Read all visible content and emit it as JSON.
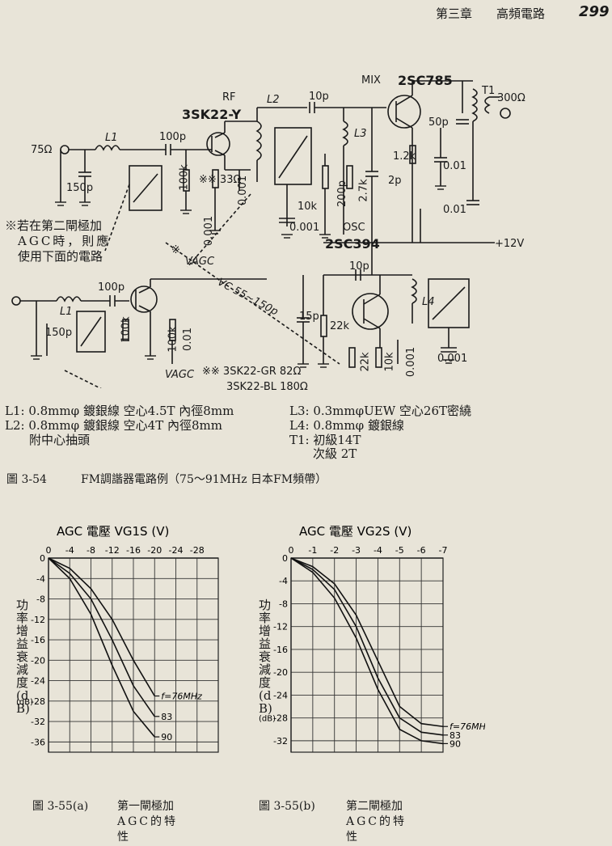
{
  "header": {
    "chapter": "第三章",
    "title": "高頻電路",
    "page_number": "299"
  },
  "circuit": {
    "mix_label": "MIX",
    "mix_transistor": "2SC785",
    "rf_label": "RF",
    "rf_fet": "3SK22-Y",
    "l2": "L2",
    "l1": "L1",
    "l3": "L3",
    "l4": "L4",
    "t1": "T1",
    "c10p": "10p",
    "c100p": "100p",
    "c150p": "150p",
    "c50p": "50p",
    "c001": "0.01",
    "r12k": "1.2k",
    "r100k": "100k",
    "r33": "※※ 33Ω",
    "c0001": "0.001",
    "r10k": "10k",
    "r200p": "200p",
    "r27k": "2.7k",
    "c2p": "2p",
    "in75": "75Ω",
    "out300": "300Ω",
    "osc_label": "OSC",
    "osc_transistor": "2SC394",
    "vcc": "+12V",
    "c15p": "15p",
    "r22k": "22k",
    "vc": "VC 55~150p",
    "vagc": "VAGC",
    "mark": "※",
    "note_agc_1": "※若在第二閘極加",
    "note_agc_2": "AGC時，則應",
    "note_agc_3": "使用下面的電路",
    "variants_1": "※※  3SK22-GR  82Ω",
    "variants_2": "3SK22-BL  180Ω"
  },
  "specs": {
    "l1": "L1: 0.8mmφ 鍍銀線  空心4.5T  內徑8mm",
    "l2": "L2: 0.8mmφ 鍍銀線  空心4T    內徑8mm",
    "l2b": "附中心抽頭",
    "l3": "L3: 0.3mmφUEW   空心26T密繞",
    "l4": "L4: 0.8mmφ 鍍銀線",
    "t1a": "T1: 初級14T",
    "t1b": "次級 2T"
  },
  "figure_354": {
    "label": "圖 3-54",
    "caption": "FM調諧器電路例（75～91MHz  日本FM頻帶）"
  },
  "chart_data": [
    {
      "type": "line",
      "title": "AGC 電壓 VG1S (V)",
      "ylabel": "功率增益衰減度 (dB)",
      "x_ticks": [
        0,
        -4,
        -8,
        -12,
        -16,
        -20,
        -24,
        -28
      ],
      "y_ticks": [
        0,
        -4,
        -8,
        -12,
        -16,
        -20,
        -24,
        -28,
        -32,
        -36
      ],
      "xlim": [
        0,
        -32
      ],
      "ylim": [
        0,
        -38
      ],
      "series": [
        {
          "name": "f=76MHz",
          "x": [
            0,
            -4,
            -8,
            -12,
            -16,
            -20
          ],
          "y": [
            0,
            -2,
            -6,
            -12,
            -20,
            -27
          ]
        },
        {
          "name": "83",
          "x": [
            0,
            -4,
            -8,
            -12,
            -16,
            -20
          ],
          "y": [
            0,
            -3,
            -8,
            -16,
            -25,
            -31
          ]
        },
        {
          "name": "90",
          "x": [
            0,
            -4,
            -8,
            -12,
            -16,
            -20
          ],
          "y": [
            0,
            -4,
            -11,
            -21,
            -30,
            -35
          ]
        }
      ],
      "figure_label": "圖 3-55(a)",
      "caption": [
        "第一閘極加",
        "AGC的特",
        "性"
      ]
    },
    {
      "type": "line",
      "title": "AGC 電壓 VG2S (V)",
      "ylabel": "功率增益衰減度 (dB)",
      "x_ticks": [
        0,
        -1,
        -2,
        -3,
        -4,
        -5,
        -6,
        -7
      ],
      "y_ticks": [
        0,
        -4,
        -8,
        -12,
        -16,
        -20,
        -24,
        -28,
        -32
      ],
      "xlim": [
        0,
        -7
      ],
      "ylim": [
        0,
        -34
      ],
      "series": [
        {
          "name": "f=76MHz",
          "x": [
            0,
            -1,
            -2,
            -3,
            -4,
            -5,
            -6,
            -7
          ],
          "y": [
            0,
            -1.5,
            -4.5,
            -10,
            -18,
            -26,
            -29,
            -29.5
          ]
        },
        {
          "name": "83",
          "x": [
            0,
            -1,
            -2,
            -3,
            -4,
            -5,
            -6,
            -7
          ],
          "y": [
            0,
            -2,
            -5.5,
            -12,
            -21,
            -28,
            -30.5,
            -31
          ]
        },
        {
          "name": "90",
          "x": [
            0,
            -1,
            -2,
            -3,
            -4,
            -5,
            -6,
            -7
          ],
          "y": [
            0,
            -2.5,
            -7,
            -14,
            -23,
            -30,
            -32,
            -32.5
          ]
        }
      ],
      "figure_label": "圖 3-55(b)",
      "caption": [
        "第二閘極加",
        "AGC的特",
        "性"
      ]
    }
  ]
}
